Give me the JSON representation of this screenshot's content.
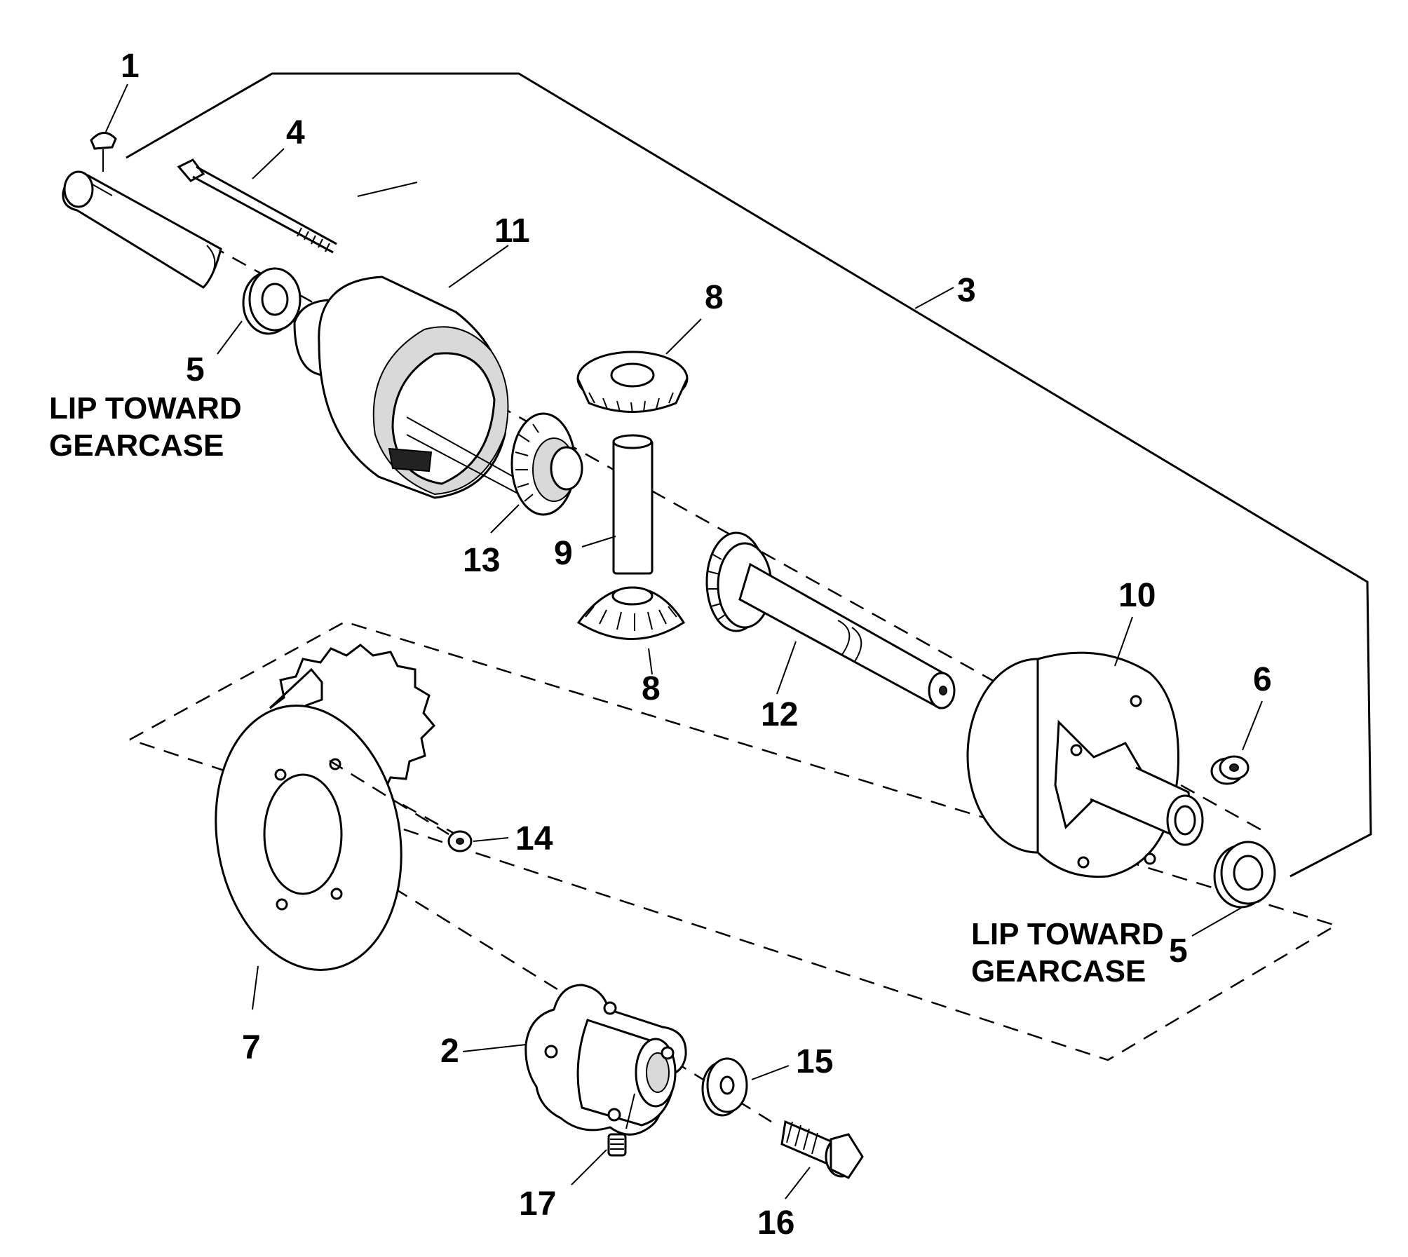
{
  "callouts": {
    "c1": "1",
    "c2": "2",
    "c3": "3",
    "c4": "4",
    "c5a": "5",
    "c5b": "5",
    "c6": "6",
    "c7": "7",
    "c8a": "8",
    "c8b": "8",
    "c9": "9",
    "c10": "10",
    "c11": "11",
    "c12": "12",
    "c13": "13",
    "c14": "14",
    "c15": "15",
    "c16": "16",
    "c17": "17"
  },
  "notes": {
    "left_line1": "LIP TOWARD",
    "left_line2": "GEARCASE",
    "right_line1": "LIP TOWARD",
    "right_line2": "GEARCASE"
  }
}
